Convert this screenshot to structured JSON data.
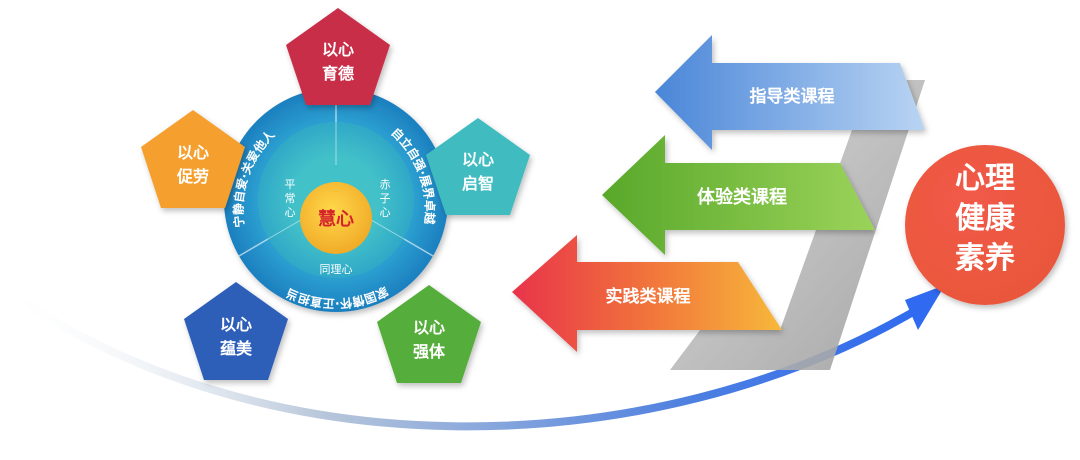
{
  "pentagons": [
    {
      "id": "yude",
      "line1": "以心",
      "line2": "育德",
      "color": "#c92f49"
    },
    {
      "id": "qizhi",
      "line1": "以心",
      "line2": "启智",
      "color": "#3fbcc0"
    },
    {
      "id": "qiangti",
      "line1": "以心",
      "line2": "强体",
      "color": "#55ad3a"
    },
    {
      "id": "yunmei",
      "line1": "以心",
      "line2": "蕴美",
      "color": "#2f5fb8"
    },
    {
      "id": "cujiao",
      "line1": "以心",
      "line2": "促劳",
      "color": "#f5a02e"
    }
  ],
  "wheel": {
    "center": "慧心",
    "inner": {
      "top_left": "平常心",
      "top_right": "赤子心",
      "bottom": "同理心"
    },
    "outer": {
      "left": "宁静自爱·关爱他人",
      "right": "自立自强·展界卓越",
      "bottom": "家国情怀·正直担当"
    }
  },
  "arrows": [
    {
      "id": "guidance",
      "label": "指导类课程"
    },
    {
      "id": "experience",
      "label": "体验类课程"
    },
    {
      "id": "practice",
      "label": "实践类课程"
    }
  ],
  "goal": {
    "line1": "心理",
    "line2": "健康",
    "line3": "素养"
  },
  "colors": {
    "blue_arrow": "#7fb0e6",
    "green_arrow": "#6fb935",
    "practice_arrow": "#ee5a3c",
    "goal_circle": "#ea4a33",
    "wheel_outer": "#2aa3c8",
    "center": "#f6c32a"
  }
}
